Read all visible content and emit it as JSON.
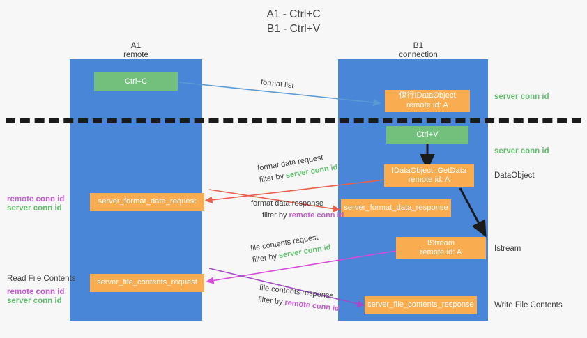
{
  "title": {
    "line1": "A1 - Ctrl+C",
    "line2": "B1 - Ctrl+V"
  },
  "columns": [
    {
      "name": "A1",
      "sub": "remote"
    },
    {
      "name": "B1",
      "sub": "connection"
    }
  ],
  "colors": {
    "lane": "#4a86d8",
    "green_box": "#73bf7c",
    "orange_box": "#f9ad50",
    "green_text": "#62bf6e",
    "purple_text": "#c45ad0",
    "arrow_blue": "#5b9bd5",
    "arrow_red": "#e8604c",
    "arrow_magenta": "#d84ad8",
    "arrow_purple": "#a24ac8",
    "arrow_black": "#1b1b1b",
    "background": "#f7f7f7"
  },
  "boxes": {
    "ctrl_c": "Ctrl+C",
    "ctrl_v": "Ctrl+V",
    "idataobject": {
      "line1": "傀行IDataObject",
      "line2": "remote id: A"
    },
    "getdata": {
      "line1": "IDataObject::GetData",
      "line2": "remote id: A"
    },
    "istream": {
      "line1": "IStream",
      "line2": "remote id: A"
    },
    "server_format_data_request": "server_format_data_request",
    "server_format_data_response": "server_format_data_response",
    "server_file_contents_request": "server_file_contents_request",
    "server_file_contents_response": "server_file_contents_response"
  },
  "right_captions": {
    "server_conn_id_top": "server conn id",
    "server_conn_id_mid": "server conn id",
    "data_object": "DataObject",
    "istream": "Istream",
    "write_file_contents": "Write File Contents"
  },
  "left_captions": {
    "remote_conn_id_1": "remote conn id",
    "server_conn_id_1": "server conn id",
    "read_file_contents": "Read File Contents",
    "remote_conn_id_2": "remote conn id",
    "server_conn_id_2": "server conn id"
  },
  "mid_labels": {
    "format_list": "format list",
    "format_data_request": "format data request",
    "format_data_request_filter_prefix": "filter by ",
    "format_data_request_filter_value": "server conn id",
    "format_data_response": "format data response",
    "format_data_response_filter_prefix": "filter by ",
    "format_data_response_filter_value": "remote conn id",
    "file_contents_request": "file contents request",
    "file_contents_request_filter_prefix": "filter by ",
    "file_contents_request_filter_value": "server conn id",
    "file_contents_response": "file contents response",
    "file_contents_response_filter_prefix": "filter by ",
    "file_contents_response_filter_value": "remote conn id"
  }
}
